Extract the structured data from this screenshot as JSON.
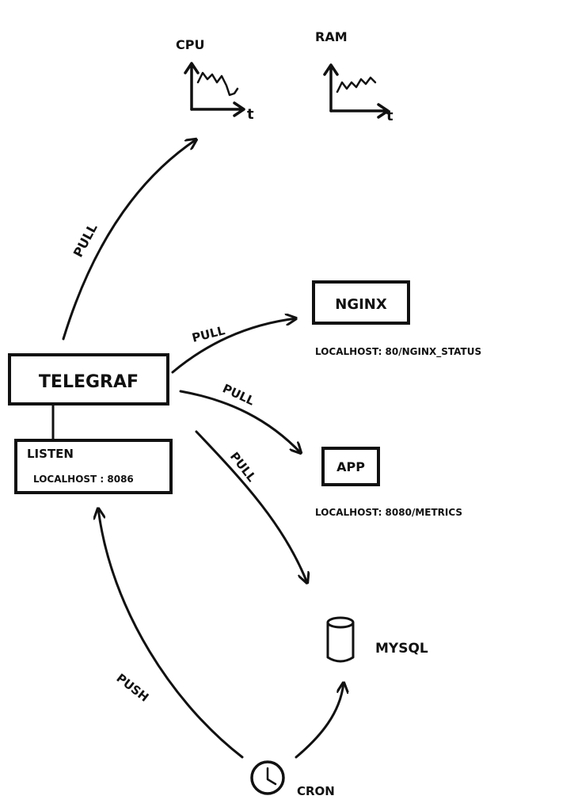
{
  "charts": {
    "cpu": {
      "label": "CPU",
      "axis": "t"
    },
    "ram": {
      "label": "RAM",
      "axis": "t"
    }
  },
  "nodes": {
    "telegraf": "TELEGRAF",
    "listen_title": "LISTEN",
    "listen_addr": "LOCALHOST : 8086",
    "nginx": "NGINX",
    "nginx_addr": "LOCALHOST: 80/NGINX_STATUS",
    "app": "APP",
    "app_addr": "LOCALHOST: 8080/METRICS",
    "mysql": "MYSQL",
    "cron": "CRON"
  },
  "edges": {
    "to_charts": "PULL",
    "to_nginx": "PULL",
    "to_app": "PULL",
    "to_mysql": "PULL",
    "cron_push": "PUSH"
  },
  "colors": {
    "ink": "#111111",
    "paper": "#ffffff"
  }
}
